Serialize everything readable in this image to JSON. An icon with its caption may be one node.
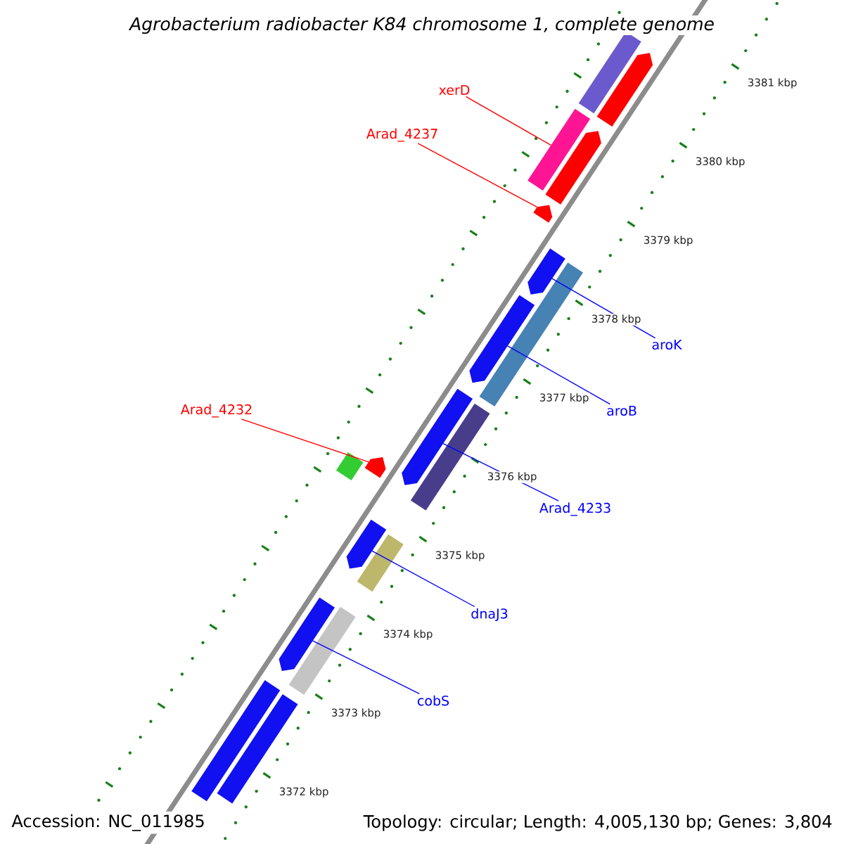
{
  "diagram": {
    "title": "Agrobacterium radiobacter K84 chromosome 1, complete genome",
    "nodes": [
      {
        "text": [
          "xerD"
        ]
      },
      {
        "text": [
          "Arad_4237"
        ]
      },
      {
        "text": [
          "Arad_4232"
        ]
      },
      {
        "text": [
          "aroK"
        ]
      },
      {
        "text": [
          "aroB"
        ]
      },
      {
        "text": [
          "Arad_4233"
        ]
      },
      {
        "text": [
          "dnaJ3"
        ]
      },
      {
        "text": [
          "cobS"
        ]
      },
      {
        "text": [],
        "shape": "bar"
      },
      {
        "text": [],
        "shape": "bar"
      },
      {
        "text": [],
        "shape": "bar"
      },
      {
        "text": [],
        "shape": "bar"
      },
      {
        "text": [],
        "shape": "bar"
      },
      {
        "text": [],
        "shape": "bar"
      },
      {
        "text": [],
        "shape": "bar"
      },
      {
        "text": [],
        "shape": "bar"
      },
      {
        "text": [],
        "shape": "bar"
      },
      {
        "text": [],
        "shape": "bar"
      },
      {
        "text": [],
        "shape": "bar"
      },
      {
        "text": [],
        "shape": "bar"
      },
      {
        "text": [],
        "shape": "bar"
      },
      {
        "text": [],
        "shape": "bar"
      },
      {
        "text": [],
        "shape": "bar"
      },
      {
        "text": [],
        "shape": "bar"
      },
      {
        "text": [],
        "shape": "bar"
      },
      {
        "text": [],
        "shape": "bar"
      }
    ],
    "edges": [
      {
        "from": 0,
        "to": 8,
        "arrow": "none",
        "color": "#ff0000"
      },
      {
        "from": 1,
        "to": 9,
        "arrow": "none",
        "color": "#ff0000"
      },
      {
        "from": 2,
        "to": 10,
        "arrow": "none",
        "color": "#ff0000"
      },
      {
        "from": 3,
        "to": 11,
        "arrow": "none"
      },
      {
        "from": 4,
        "to": 12,
        "arrow": "none"
      },
      {
        "from": 5,
        "to": 13,
        "arrow": "none"
      },
      {
        "from": 6,
        "to": 14,
        "arrow": "none"
      },
      {
        "from": 7,
        "to": 15,
        "arrow": "none"
      }
    ],
    "labels": [
      "3381 kbp",
      "3380 kbp",
      "3379 kbp",
      "3378 kbp",
      "3377 kbp",
      "3376 kbp",
      "3375 kbp",
      "3374 kbp",
      "3373 kbp",
      "3372 kbp",
      "Accession: NC_011985",
      "Topology: circular; Length: 4,005,130 bp; Genes: 3,804"
    ]
  }
}
